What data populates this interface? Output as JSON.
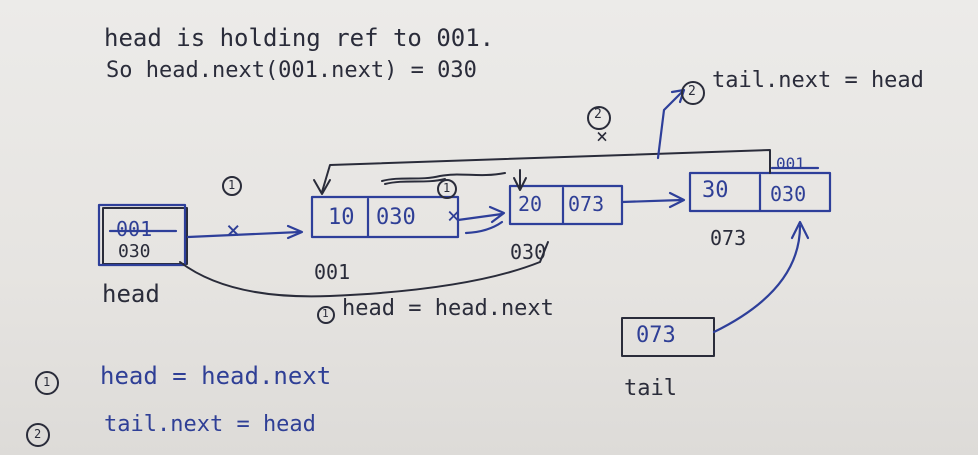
{
  "notes": {
    "line1": "head is holding ref to 001.",
    "line2": "So head.next(001.next) = 030",
    "step2_top": "tail.next = head",
    "step1_mid": "head = head.next",
    "bottom1": "head = head.next",
    "bottom2": "tail.next = head"
  },
  "markers": {
    "one": "1",
    "two": "2",
    "x": "×"
  },
  "nodes": [
    {
      "value": "10",
      "next": "030",
      "address": "001"
    },
    {
      "value": "20",
      "next": "073",
      "address": "030"
    },
    {
      "value": "30",
      "next": "030",
      "next_old": "001",
      "address": "073"
    }
  ],
  "head": {
    "label": "head",
    "value": "030",
    "value_old": "001"
  },
  "tail": {
    "label": "tail",
    "value": "073"
  },
  "colors": {
    "ink_blue": "#2e3f9a",
    "ink_dark": "#2a2c3a",
    "paper": "#e9e7e4"
  }
}
